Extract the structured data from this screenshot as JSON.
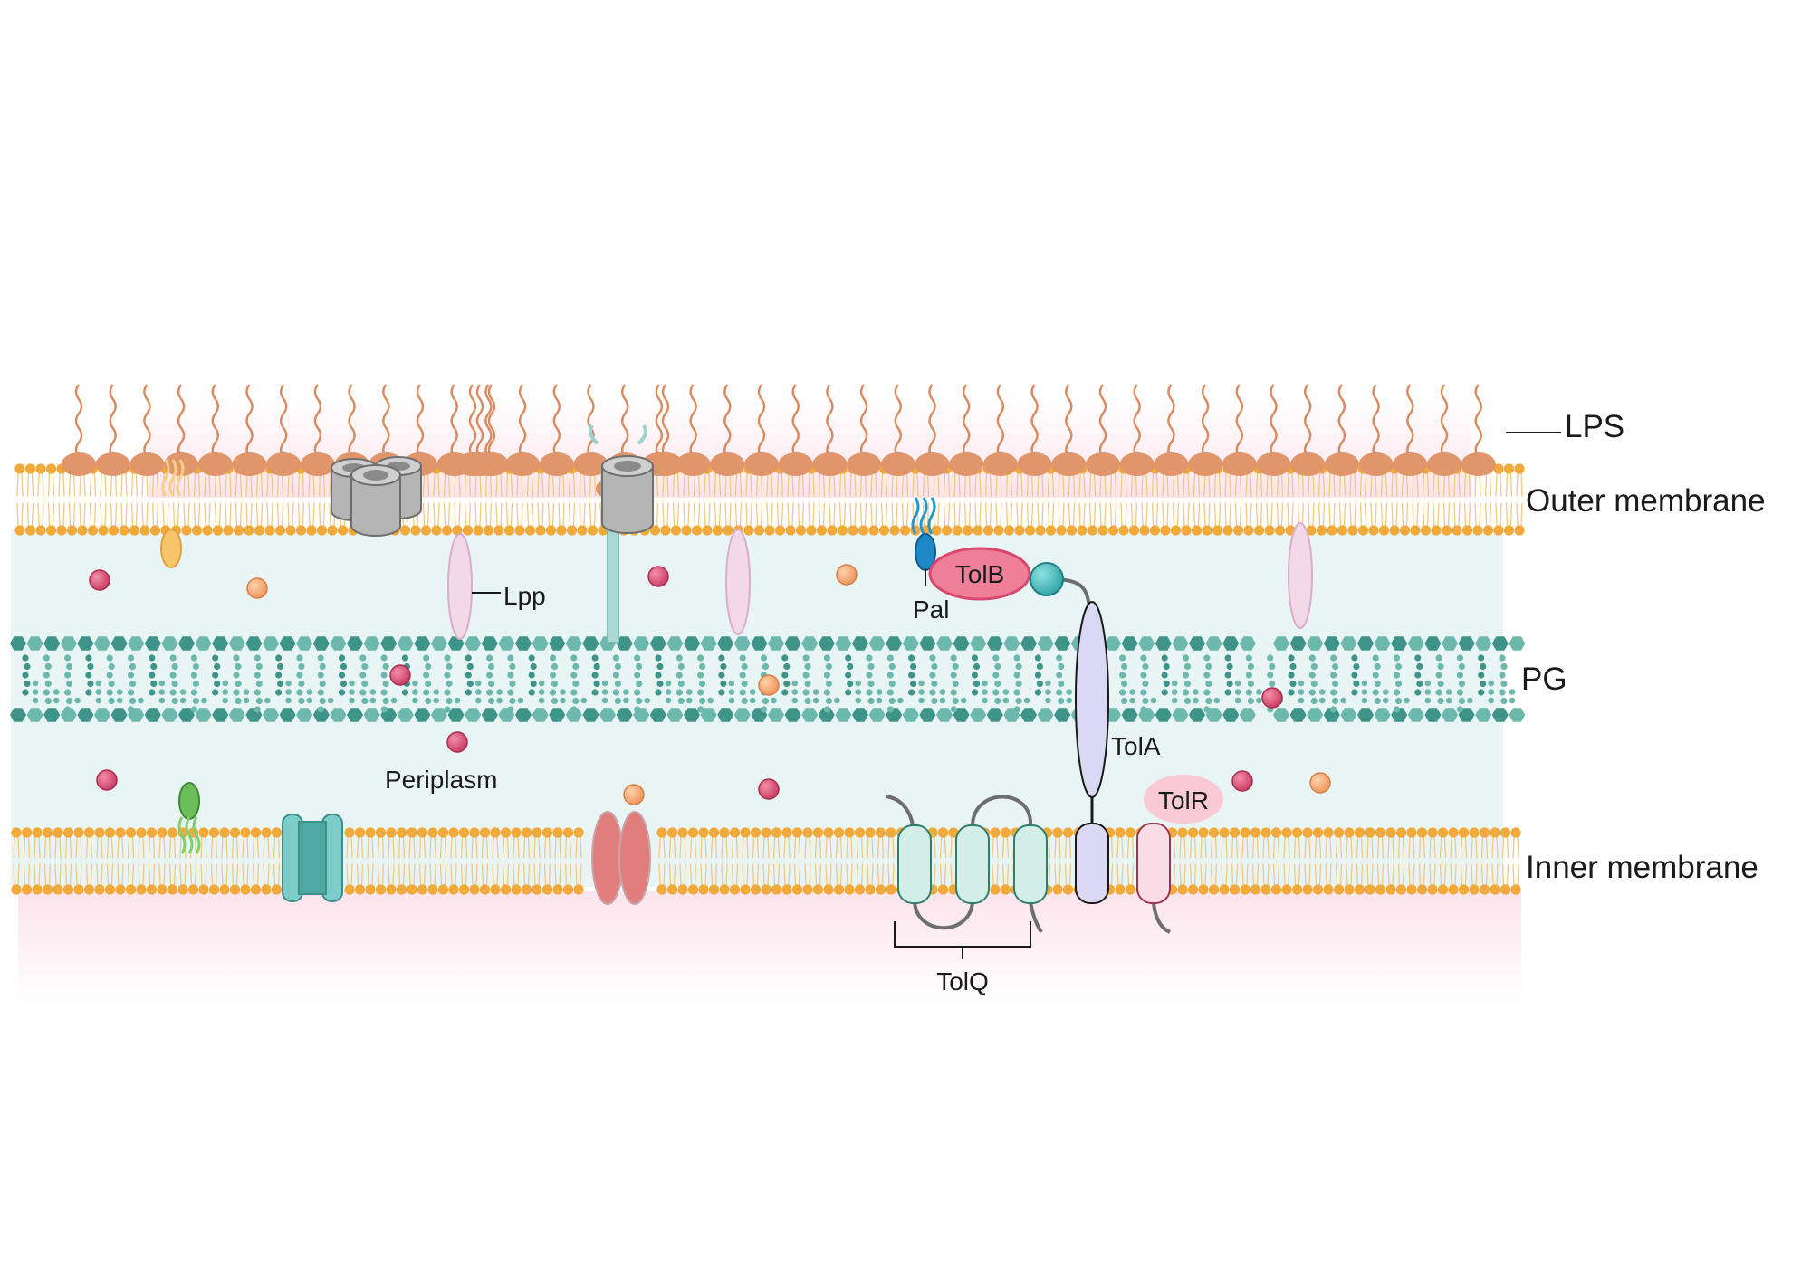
{
  "labels": {
    "lps": "LPS",
    "outer_membrane": "Outer membrane",
    "pg": "PG",
    "inner_membrane": "Inner membrane",
    "lpp": "Lpp",
    "periplasm": "Periplasm",
    "pal": "Pal",
    "tolb": "TolB",
    "tola": "TolA",
    "tolr": "TolR",
    "tolq": "TolQ"
  },
  "colors": {
    "lipid_head": "#F2A93B",
    "lipid_tail": "#F0C987",
    "lps_head": "#E0956B",
    "lps_chain": "#D98A5E",
    "periplasm": "#E9F5F5",
    "pg_dark": "#3E9488",
    "pg_light": "#6CB8AC",
    "porin": "#B5B5B5",
    "tolb": "#E8708A",
    "tola": "#DAD8F2",
    "tolr": "#F9D9E2",
    "tolq": "#D3EEE6",
    "particle_red": "#D9466E",
    "particle_orange": "#F5A468"
  }
}
